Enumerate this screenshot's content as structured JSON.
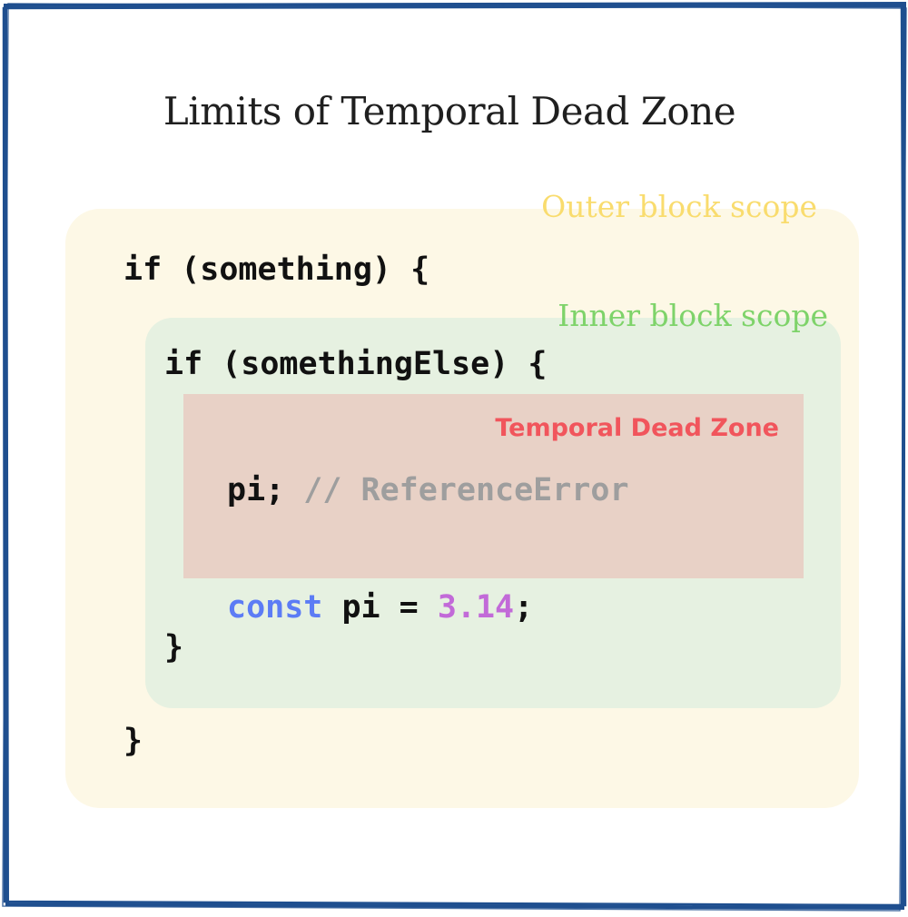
{
  "title": "Limits of Temporal Dead Zone",
  "labels": {
    "outer_scope": "Outer block scope",
    "inner_scope": "Inner block scope",
    "tdz": "Temporal Dead Zone"
  },
  "code": {
    "outer_open": "if (something) {",
    "inner_open": "if (somethingElse) {",
    "tdz_statement": "pi;",
    "tdz_comment": "// ReferenceError",
    "const_keyword": "const",
    "const_name": "pi =",
    "const_value": "3.14",
    "const_semicolon": ";",
    "inner_close": "}",
    "outer_close": "}"
  },
  "colors": {
    "frame": "#1f4f8f",
    "outer_box": "#fdf8e6",
    "outer_label": "#f9dc6e",
    "inner_box": "#e6f1e1",
    "inner_label": "#7ed36a",
    "tdz_box": "#e8d1c6",
    "tdz_label": "#f1555c",
    "keyword": "#5c7cf5",
    "number": "#c26ad8",
    "comment": "#9e9e9e"
  }
}
